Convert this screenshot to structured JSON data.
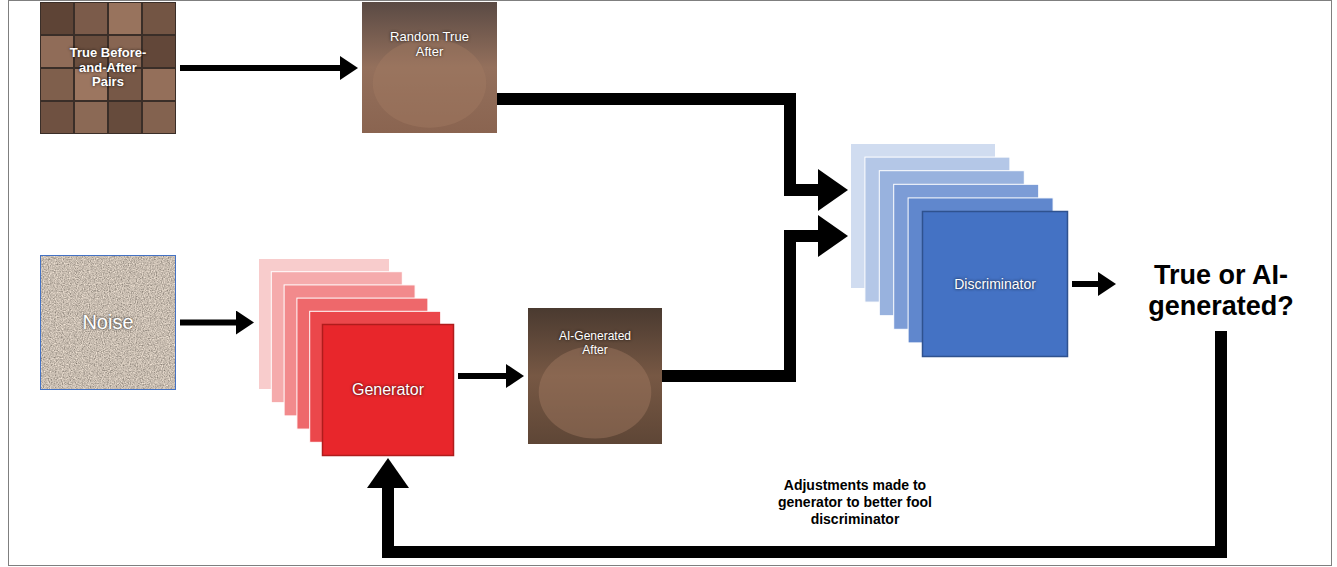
{
  "diagram": {
    "nodes": [
      {
        "text": [
          "True Before-and-After Pairs"
        ]
      },
      {
        "text": [
          "Random True After"
        ]
      },
      {
        "text": [
          "Noise"
        ]
      },
      {
        "text": [
          "Generator"
        ]
      },
      {
        "text": [
          "AI-Generated After"
        ]
      },
      {
        "text": [
          "Discriminator"
        ]
      },
      {
        "text": [
          "True or AI-generated?"
        ]
      }
    ],
    "edges": [
      {
        "from": 0,
        "to": 1,
        "arrow": "to"
      },
      {
        "from": 1,
        "to": 5,
        "arrow": "to"
      },
      {
        "from": 2,
        "to": 3,
        "arrow": "to"
      },
      {
        "from": 3,
        "to": 4,
        "arrow": "to"
      },
      {
        "from": 4,
        "to": 5,
        "arrow": "to"
      },
      {
        "from": 5,
        "to": 6,
        "arrow": "to"
      },
      {
        "from": 6,
        "to": 3,
        "arrow": "to",
        "label": "Adjustments made to generator to better fool discriminator"
      }
    ]
  }
}
